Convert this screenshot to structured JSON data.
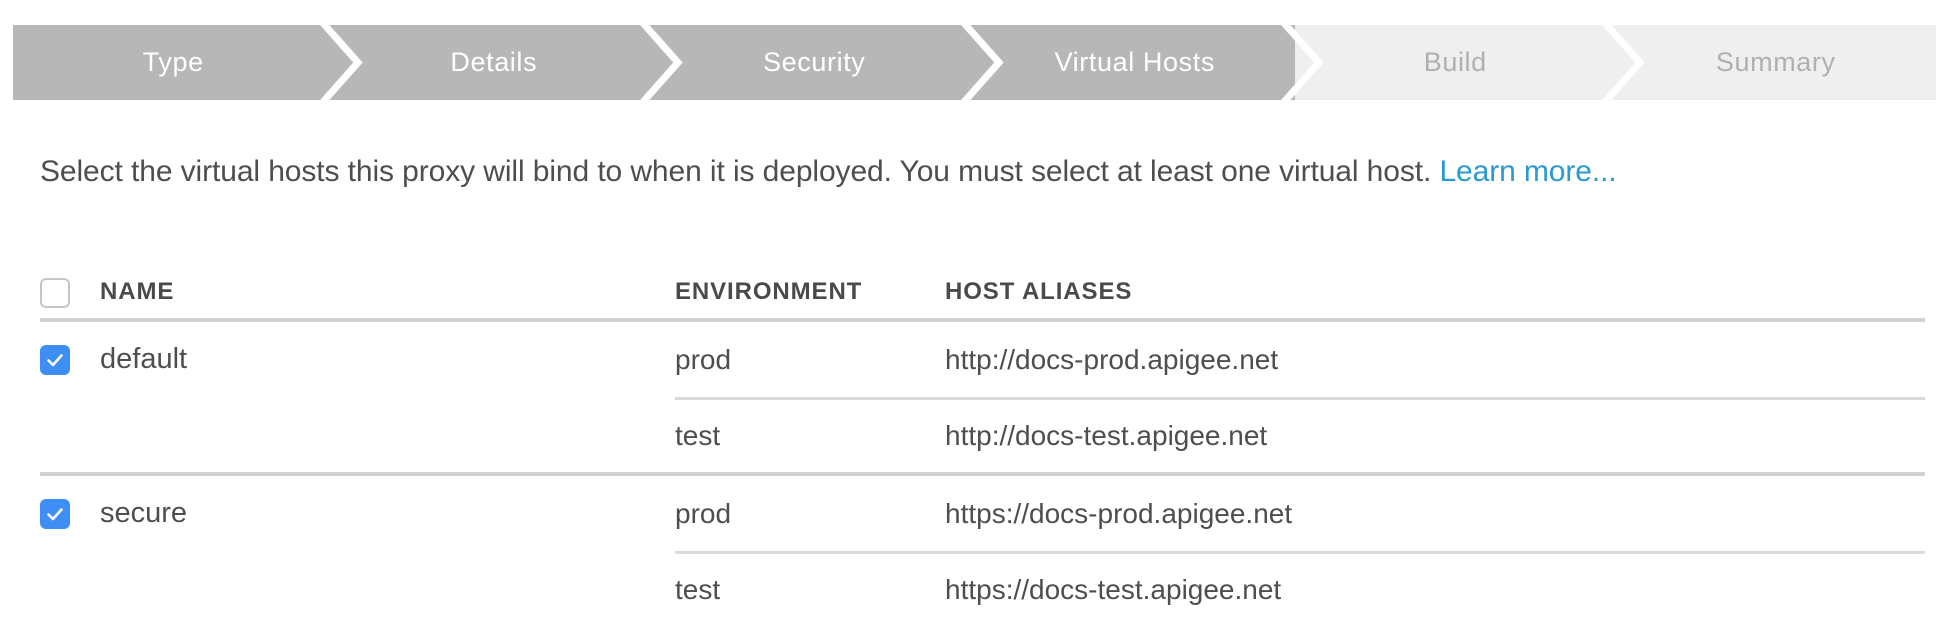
{
  "wizard": {
    "steps": [
      {
        "label": "Type",
        "state": "done"
      },
      {
        "label": "Details",
        "state": "done"
      },
      {
        "label": "Security",
        "state": "done"
      },
      {
        "label": "Virtual Hosts",
        "state": "active"
      },
      {
        "label": "Build",
        "state": "upcoming"
      },
      {
        "label": "Summary",
        "state": "upcoming"
      }
    ],
    "active_color": "#b7b7b7",
    "upcoming_color": "#efefef",
    "active_text_color": "#ffffff",
    "upcoming_text_color": "#b0b0b0"
  },
  "description": {
    "text": "Select the virtual hosts this proxy will bind to when it is deployed. You must select at least one virtual host. ",
    "link_label": "Learn more...",
    "link_color": "#2b9ad3"
  },
  "table": {
    "select_all_checked": false,
    "headers": {
      "name": "NAME",
      "environment": "ENVIRONMENT",
      "host_aliases": "HOST ALIASES"
    },
    "checkbox_checked_color": "#3d8ef5",
    "checkbox_glyph": "check-mark",
    "rows": [
      {
        "checked": true,
        "name": "default",
        "entries": [
          {
            "environment": "prod",
            "host_alias": "http://docs-prod.apigee.net"
          },
          {
            "environment": "test",
            "host_alias": "http://docs-test.apigee.net"
          }
        ]
      },
      {
        "checked": true,
        "name": "secure",
        "entries": [
          {
            "environment": "prod",
            "host_alias": "https://docs-prod.apigee.net"
          },
          {
            "environment": "test",
            "host_alias": "https://docs-test.apigee.net"
          }
        ]
      }
    ]
  }
}
